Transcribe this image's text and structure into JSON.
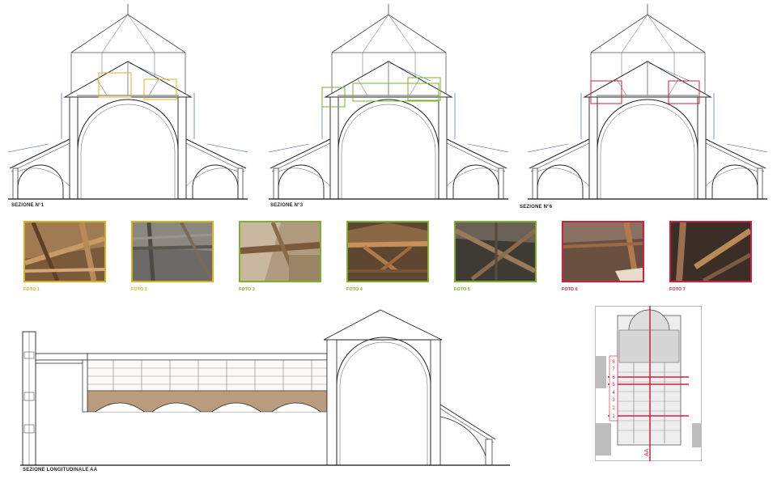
{
  "sections": [
    {
      "label": "SEZIONE N°1"
    },
    {
      "label": "SEZIONE N°3"
    },
    {
      "label": "SEZIONE N°6"
    }
  ],
  "photos": [
    {
      "caption": "FOTO 1",
      "color": "#d8b21c"
    },
    {
      "caption": "FOTO 2",
      "color": "#d8b21c"
    },
    {
      "caption": "FOTO 3",
      "color": "#7ab02a"
    },
    {
      "caption": "FOTO 4",
      "color": "#7ab02a"
    },
    {
      "caption": "FOTO 5",
      "color": "#7ab02a"
    },
    {
      "caption": "FOTO 6",
      "color": "#d21f3c"
    },
    {
      "caption": "FOTO 7",
      "color": "#d21f3c"
    }
  ],
  "longitudinal": {
    "label": "SEZIONE LONGITUDINALE AA"
  },
  "plan": {
    "bay_numbers": [
      "8",
      "7",
      "6",
      "5",
      "4",
      "3",
      "2",
      "1"
    ],
    "section_mark": "AA",
    "accent": "#d21f3c"
  },
  "colors": {
    "yellow": "#d8b21c",
    "green": "#7ab02a",
    "red": "#d21f3c",
    "blue": "#2a4f8f",
    "line": "#333333"
  }
}
